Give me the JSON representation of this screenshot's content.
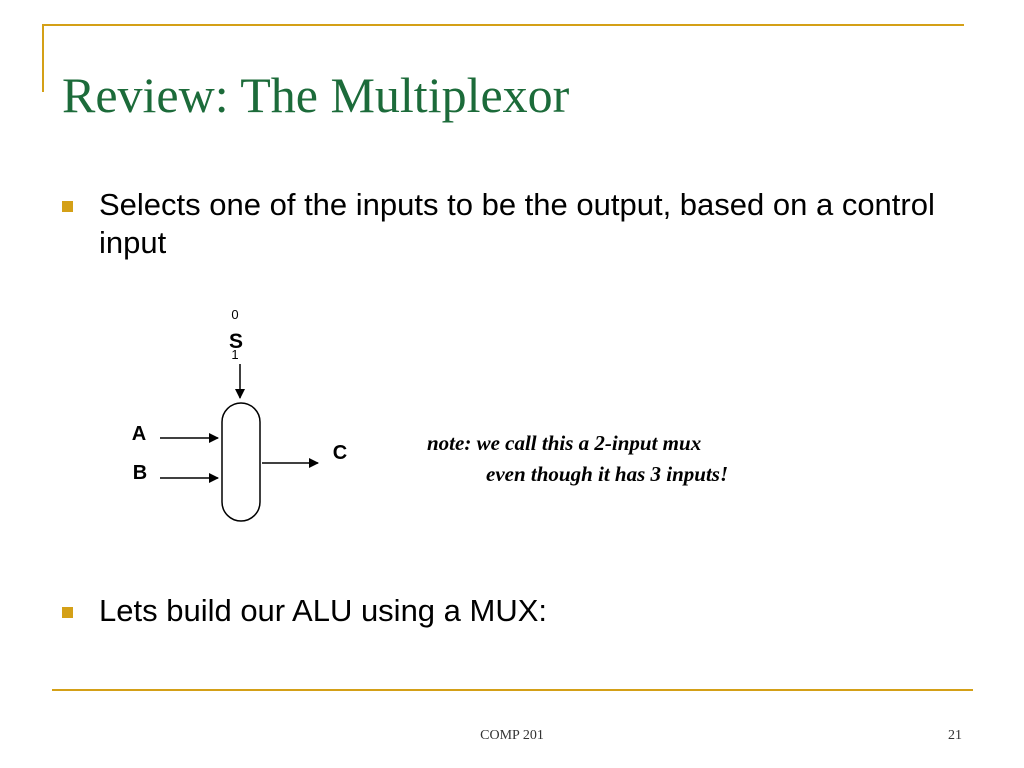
{
  "slide": {
    "title": "Review:  The Multiplexor",
    "bullets": [
      "Selects one of the  inputs to be the output, based on a control input",
      "Lets build our ALU using a MUX:"
    ],
    "note": {
      "line1": "note: we call this a 2-input mux",
      "line2": "even though it has 3 inputs!"
    },
    "footer": {
      "course": "COMP 201",
      "page_number": "21"
    }
  },
  "diagram": {
    "select_label": "S",
    "select_value_top": "0",
    "select_value_bottom": "1",
    "inputs": [
      "A",
      "B"
    ],
    "output": "C"
  },
  "colors": {
    "title": "#1c6b3a",
    "accent": "#d4a017"
  }
}
